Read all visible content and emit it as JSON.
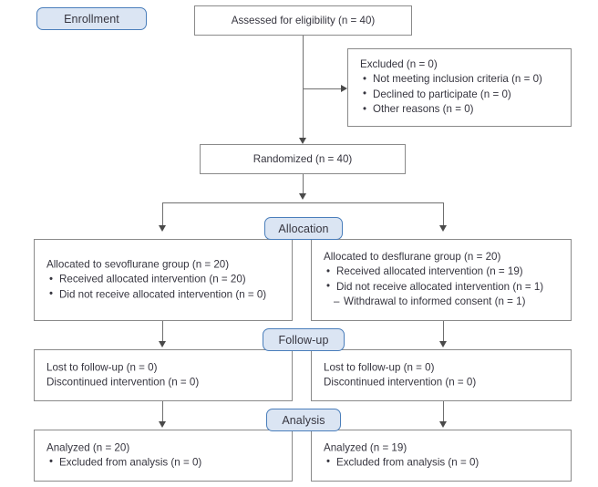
{
  "diagram": {
    "type": "consort-flow-diagram",
    "colors": {
      "pill_fill": "#dbe5f3",
      "pill_border": "#4a7ebb",
      "box_border": "#8a8a8a",
      "text": "#36353f",
      "connector": "#6f6f6f"
    },
    "stages": {
      "enrollment": "Enrollment",
      "allocation": "Allocation",
      "followup": "Follow-up",
      "analysis": "Analysis"
    },
    "nodes": {
      "assessed": {
        "lines": [
          {
            "text": "Assessed for eligibility (n = 40)",
            "style": "plain"
          }
        ]
      },
      "excluded": {
        "lines": [
          {
            "text": "Excluded (n = 0)",
            "style": "plain"
          },
          {
            "text": "Not meeting inclusion criteria (n = 0)",
            "style": "bullet"
          },
          {
            "text": "Declined to participate (n = 0)",
            "style": "bullet"
          },
          {
            "text": "Other reasons (n = 0)",
            "style": "bullet"
          }
        ]
      },
      "randomized": {
        "lines": [
          {
            "text": "Randomized (n = 40)",
            "style": "plain"
          }
        ]
      },
      "alloc_left": {
        "lines": [
          {
            "text": "Allocated to sevoflurane group (n = 20)",
            "style": "plain"
          },
          {
            "text": "Received allocated intervention (n = 20)",
            "style": "bullet"
          },
          {
            "text": "Did not receive allocated intervention (n = 0)",
            "style": "bullet"
          }
        ]
      },
      "alloc_right": {
        "lines": [
          {
            "text": "Allocated to desflurane group (n = 20)",
            "style": "plain"
          },
          {
            "text": "Received allocated intervention (n = 19)",
            "style": "bullet"
          },
          {
            "text": "Did not receive allocated intervention (n = 1)",
            "style": "bullet"
          },
          {
            "text": "Withdrawal to informed consent (n = 1)",
            "style": "subitem"
          }
        ]
      },
      "follow_left": {
        "lines": [
          {
            "text": "Lost to follow-up (n = 0)",
            "style": "plain"
          },
          {
            "text": "Discontinued intervention (n = 0)",
            "style": "plain"
          }
        ]
      },
      "follow_right": {
        "lines": [
          {
            "text": "Lost to follow-up (n = 0)",
            "style": "plain"
          },
          {
            "text": "Discontinued intervention (n = 0)",
            "style": "plain"
          }
        ]
      },
      "analysis_left": {
        "lines": [
          {
            "text": "Analyzed (n = 20)",
            "style": "plain"
          },
          {
            "text": "Excluded from analysis (n = 0)",
            "style": "bullet"
          }
        ]
      },
      "analysis_right": {
        "lines": [
          {
            "text": "Analyzed (n = 19)",
            "style": "plain"
          },
          {
            "text": "Excluded from analysis (n = 0)",
            "style": "bullet"
          }
        ]
      }
    }
  }
}
